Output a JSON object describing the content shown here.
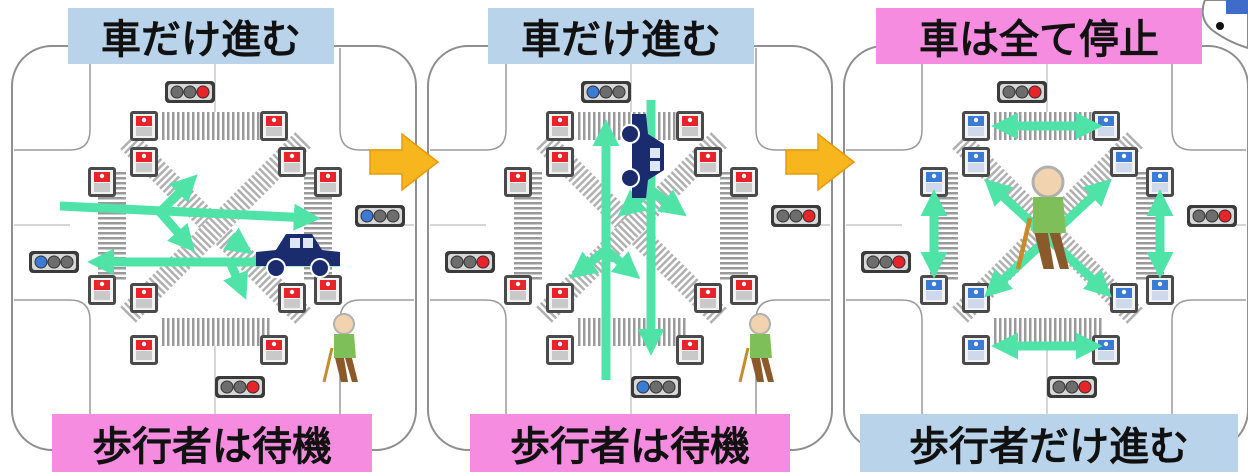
{
  "panels": [
    {
      "top_label": "車だけ進む",
      "bottom_label": "歩行者は待機",
      "car_signals": {
        "top": "red",
        "bottom": "red",
        "left": "blue",
        "right": "blue"
      },
      "pedestrian_signals": "red"
    },
    {
      "top_label": "車だけ進む",
      "bottom_label": "歩行者は待機",
      "car_signals": {
        "top": "blue",
        "bottom": "blue",
        "left": "red",
        "right": "red"
      },
      "pedestrian_signals": "red"
    },
    {
      "top_label": "車は全て停止",
      "bottom_label": "歩行者だけ進む",
      "car_signals": {
        "top": "red",
        "bottom": "red",
        "left": "red",
        "right": "red"
      },
      "pedestrian_signals": "blue"
    }
  ],
  "colors": {
    "label_blue": "#b9d3ea",
    "label_pink": "#f58ce0",
    "flow_arrow": "#4fe3a8",
    "transition_arrow": "#f7b51e",
    "car": "#1a2b6e",
    "signal_red": "#e8232a",
    "signal_blue": "#3a7bd5"
  }
}
